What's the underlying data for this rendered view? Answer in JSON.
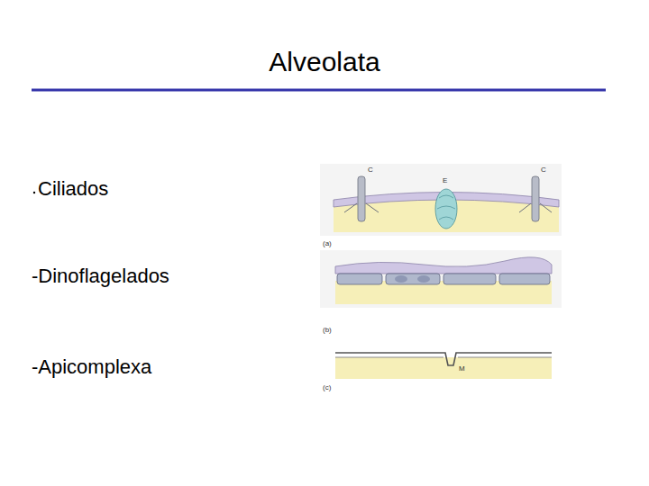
{
  "diagram": {
    "title": "Alveolata",
    "labels": [
      "Ciliados",
      "-Dinoflagelados",
      "-Apicomplexa",
      "C",
      "E",
      "C",
      "(a)",
      "(b)",
      "(c)",
      "M"
    ]
  }
}
